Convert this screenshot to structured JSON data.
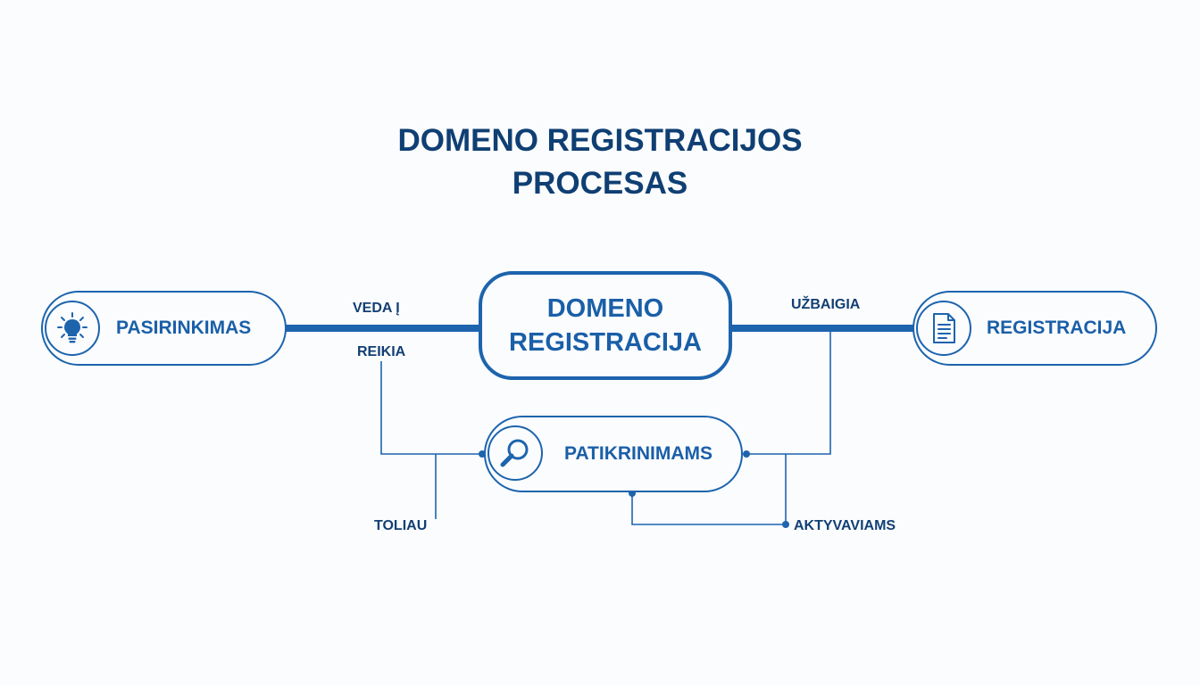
{
  "title": {
    "line1": "DOMENO REGISTRACIJOS",
    "line2": "PROCESAS"
  },
  "nodes": {
    "left": {
      "label": "PASIRINKIMAS",
      "icon": "lightbulb-icon"
    },
    "center": {
      "line1": "DOMENO",
      "line2": "REGISTRACIJA"
    },
    "right": {
      "label": "REGISTRACIJA",
      "icon": "document-icon"
    },
    "bottom": {
      "label": "PATIKRINIMAMS",
      "icon": "magnifier-icon"
    }
  },
  "edges": {
    "veda": "VEDA Į",
    "reikia": "REIKIA",
    "uzbaigia": "UŽBAIGIA",
    "toliau": "TOLIAU",
    "aktyvaviams": "AKTYVAVIAMS"
  },
  "colors": {
    "primary": "#1d64ad",
    "title": "#0f3f73",
    "background": "#fbfcfe"
  }
}
